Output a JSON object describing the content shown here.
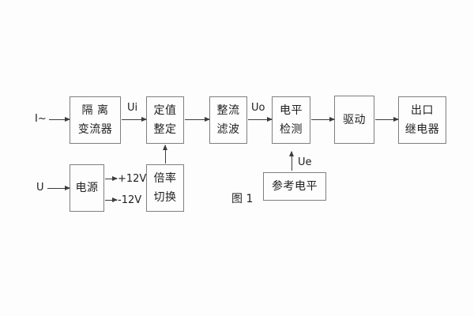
{
  "figure": {
    "caption": "图 1",
    "colors": {
      "background": "#fdfdfd",
      "box_border": "#7f7f7f",
      "line": "#3c3c3c",
      "text": "#1f1f1f"
    }
  },
  "blocks": {
    "isolation_transformer": {
      "line1": "隔 离",
      "line2": "变流器"
    },
    "setting_adjust": {
      "line1": "定值",
      "line2": "整定"
    },
    "rectifier_filter": {
      "line1": "整流",
      "line2": "滤波"
    },
    "level_detection": {
      "line1": "电平",
      "line2": "检测"
    },
    "drive": {
      "line1": "驱动"
    },
    "output_relay": {
      "line1": "出口",
      "line2": "继电器"
    },
    "power_supply": {
      "line1": "电源"
    },
    "ratio_switch": {
      "line1": "倍率",
      "line2": "切换"
    },
    "reference_level": {
      "line1": "参考电平"
    }
  },
  "labels": {
    "input_current": "I~",
    "input_voltage": "U",
    "ui": "Ui",
    "uo": "Uo",
    "ue": "Ue",
    "plus_12v": "+12V",
    "minus_12v": "-12V"
  }
}
